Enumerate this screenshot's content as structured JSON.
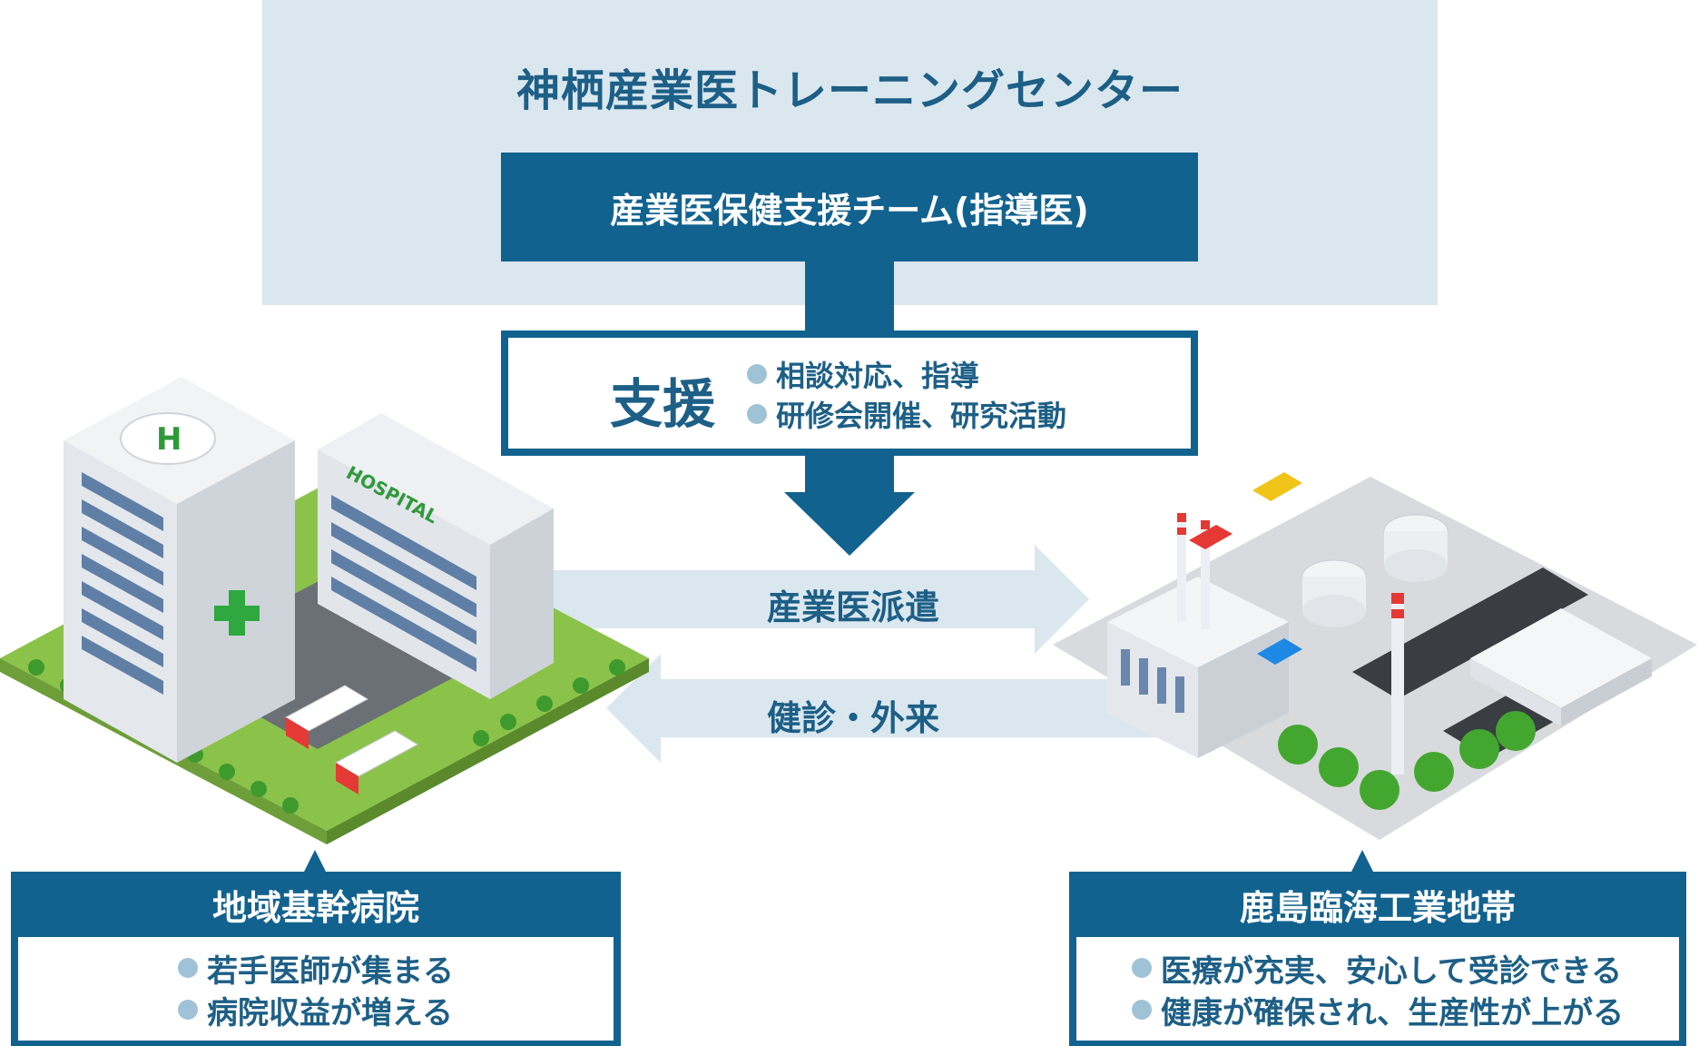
{
  "center": {
    "title": "神栖産業医トレーニングセンター",
    "team": "産業医保健支援チーム(指導医)"
  },
  "support": {
    "heading": "支援",
    "items": [
      "相談対応、指導",
      "研修会開催、研究活動"
    ]
  },
  "flows": {
    "dispatch": "産業医派遣",
    "clinic": "健診・外来"
  },
  "hospital": {
    "title": "地域基幹病院",
    "items": [
      "若手医師が集まる",
      "病院収益が増える"
    ],
    "sign": "HOSPITAL",
    "helipad_letter": "H"
  },
  "industrial": {
    "title": "鹿島臨海工業地帯",
    "items": [
      "医療が充実、安心して受診できる",
      "健康が確保され、生産性が上がる"
    ]
  },
  "colors": {
    "primary": "#12628f",
    "panel": "#dbe7ef",
    "text": "#1d5f86",
    "bullet": "#9fc2d7",
    "arrow_light": "#dbe7ef",
    "grass": "#8bc34a"
  }
}
